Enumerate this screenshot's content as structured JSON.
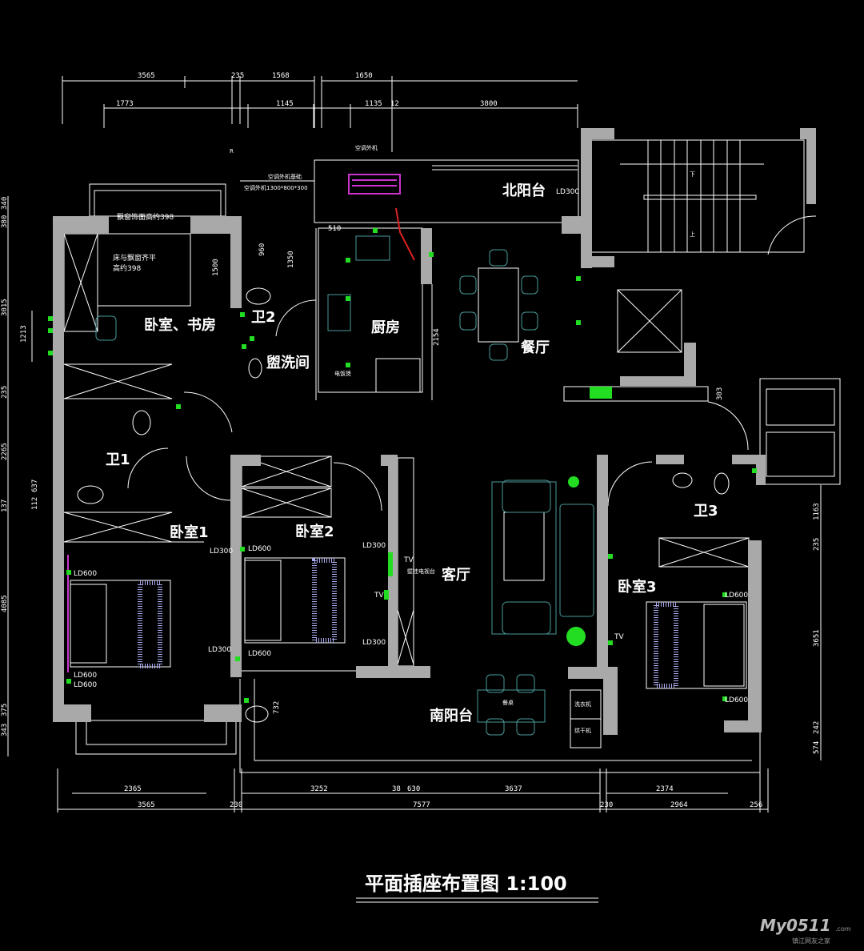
{
  "title": "平面插座布置图 1:100",
  "watermark": {
    "logo": "My0511",
    "domain": ".com",
    "tagline": "镇江网友之家"
  },
  "rooms": {
    "north_balcony": "北阳台",
    "study": "卧室、书房",
    "bath2": "卫2",
    "washroom": "盥洗间",
    "kitchen": "厨房",
    "dining": "餐厅",
    "bath1": "卫1",
    "bedroom1": "卧室1",
    "bedroom2": "卧室2",
    "living": "客厅",
    "bath3": "卫3",
    "bedroom3": "卧室3",
    "south_balcony": "南阳台"
  },
  "notes": {
    "bay_window": "飘窗饰面高约398",
    "bed_1": "床与飘窗齐平",
    "bed_2": "高约398",
    "ac_unit": "空调外机",
    "ac_base": "空调外机基础",
    "ac_size": "空调外机1300*800*300",
    "tv_stand": "壁挂电视台",
    "dining_table": "餐桌",
    "washer": "洗衣机",
    "dryer": "烘干机",
    "rice_cooker": "电饭煲",
    "stairs_down": "下",
    "stairs_up": "上",
    "r_mark": "R",
    "tv": "TV",
    "ld300": "LD300",
    "ld600": "LD600"
  },
  "dimensions": {
    "top_outer": [
      "3565",
      "235",
      "1568",
      "1650"
    ],
    "top_inner": [
      "1773",
      "1145",
      "1135",
      "12",
      "3800"
    ],
    "bottom_inner": [
      "2365",
      "3252",
      "38",
      "630",
      "3637",
      "2374"
    ],
    "bottom_outer": [
      "3565",
      "230",
      "7577",
      "230",
      "2964",
      "256"
    ],
    "left": [
      "340",
      "380",
      "3015",
      "235",
      "2265",
      "137",
      "4085",
      "375",
      "343"
    ],
    "left_inner": [
      "1213",
      "112",
      "637"
    ],
    "right": [
      "1163",
      "235",
      "3651",
      "242",
      "574"
    ],
    "interior": [
      "960",
      "1350",
      "510",
      "1500",
      "2154",
      "732",
      "303"
    ]
  },
  "colors": {
    "wall": "#a9a9a9",
    "outlet": "#22dd22",
    "ac": "#cc33cc",
    "fixture": "#4a9a9a"
  }
}
